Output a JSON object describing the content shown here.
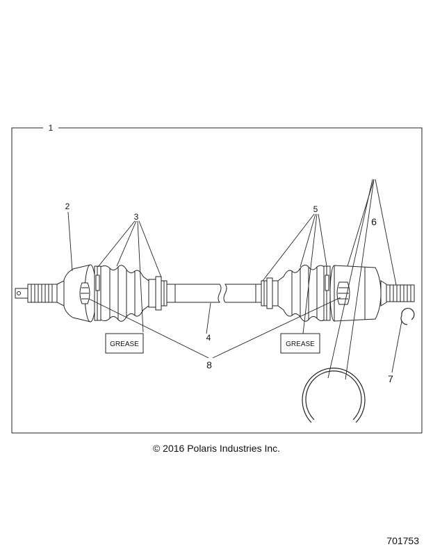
{
  "callouts": {
    "c1": "1",
    "c2": "2",
    "c3": "3",
    "c4": "4",
    "c5": "5",
    "c6": "6",
    "c7": "7",
    "c8": "8"
  },
  "labels": {
    "grease_left": "GREASE",
    "grease_right": "GREASE"
  },
  "footer": {
    "copyright": "© 2016 Polaris Industries Inc.",
    "drawing_number": "701753"
  }
}
